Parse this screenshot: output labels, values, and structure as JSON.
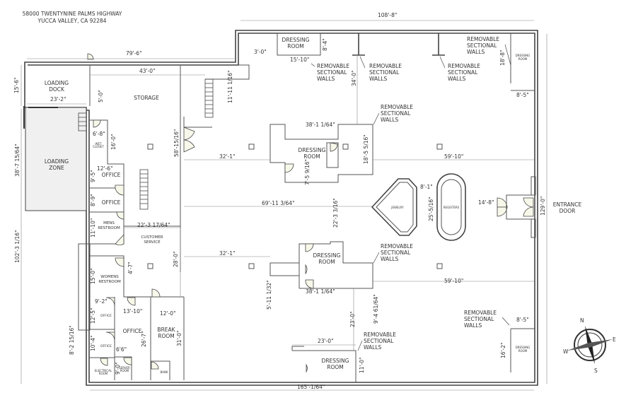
{
  "address": {
    "line1": "58000 TWENTYNINE PALMS HIGHWAY",
    "line2": "YUCCA VALLEY, CA 92284"
  },
  "rooms": {
    "loading_dock": [
      "LOADING",
      "DOCK"
    ],
    "storage": "STORAGE",
    "loading_zone": [
      "LOADING",
      "ZONE"
    ],
    "wet_closet": [
      "WET",
      "CLOSET"
    ],
    "office1": "OFFICE",
    "office2": "OFFICE",
    "mens_restroom": [
      "MENS",
      "RESTROOM"
    ],
    "customer_service": [
      "CUSTOMER",
      "SERVICE"
    ],
    "womens_restroom": [
      "WOMENS",
      "RESTROOM"
    ],
    "office3": "OFFICE",
    "office4": "OFFICE",
    "office5": "OFFICE",
    "break_room": [
      "BREAK",
      "ROOM"
    ],
    "electrical_room": [
      "ELECTRICAL",
      "ROOM"
    ],
    "server_room": [
      "SERVER",
      "ROOM"
    ],
    "bank": "BANK",
    "dressing_top": [
      "DRESSING",
      "ROOM"
    ],
    "dressing_center": [
      "DRESSING",
      "ROOM"
    ],
    "dressing_lower": [
      "DRESSING",
      "ROOM"
    ],
    "dressing_bottom": [
      "DRESSING",
      "ROOM"
    ],
    "dressing_right_top": [
      "DRESSING",
      "ROOM"
    ],
    "dressing_right_bottom": [
      "DRESSING",
      "ROOM"
    ],
    "jewelry": "JEWELRY",
    "registers": "REGISTERS",
    "entrance": [
      "ENTRANCE",
      "DOOR"
    ]
  },
  "removable_walls_label": [
    "REMOVABLE",
    "SECTIONAL",
    "WALLS"
  ],
  "dims": {
    "d108_8": "108'-8\"",
    "d79_6": "79'-6\"",
    "d43_0": "43'-0\"",
    "d3_0": "3'-0\"",
    "d15_10": "15'-10\"",
    "d8_4": "8'-4\"",
    "d11_11": "11'-11 1/16\"",
    "d34_0": "34'-0\"",
    "d18_8": "18'-8\"",
    "d8_5a": "8'-5\"",
    "d15_6": "15'-6\"",
    "d23_2": "23'-2\"",
    "d5_0": "5'-0\"",
    "d6_8": "6'-8\"",
    "d16_0": "16'-0\"",
    "d38_7": "38'-7 15/64\"",
    "d58": "58'-15/16\"",
    "d32_1a": "32'-1\"",
    "d38_1a": "38'-1 1/64\"",
    "d18_5": "18'-5 5/16\"",
    "d59_10a": "59'-10\"",
    "d12_6": "12'-6\"",
    "d9_5": "9'-5\"",
    "d7_5": "7'-5 9/16\"",
    "d8_1": "8'-1\"",
    "d25_5": "25'-5/16\"",
    "d14_8": "14'-8\"",
    "d129": "129'-0\"",
    "d69_11": "69'-11 3/64\"",
    "d22_3a": "22'-3 3/16\"",
    "d8_9": "8'-9\"",
    "d11_10": "11'-10\"",
    "d22_3b": "22'-3 17/64\"",
    "d28_0": "28'-0\"",
    "d32_1b": "32'-1\"",
    "d4_7": "4'-7\"",
    "d15_0": "15'-0\"",
    "d5_11": "5'-11 1/32\"",
    "d38_1b": "38'-1 1/64\"",
    "d59_10b": "59'-10\"",
    "d9_4": "9'-4 61/64\"",
    "d9_2": "9'-2\"",
    "d12_5": "12'-5\"",
    "d13_10": "13'-10\"",
    "d12_0": "12'-0\"",
    "d31_0": "31'-0\"",
    "d26_7": "26'-7\"",
    "d23_0a": "23'-0\"",
    "d8_5b": "8'-5\"",
    "d16_2": "16'-2\"",
    "d10_4": "10'-4\"",
    "d6_6": "6'6\"",
    "d8_2": "8'-2 15/16\"",
    "d102_3": "102'-3 1/16\"",
    "d9_0": "9'-0\"",
    "d23_0b": "23'-0\"",
    "d11_0": "11'-0\"",
    "d165": "165'-1/64\""
  },
  "compass": {
    "n": "N",
    "e": "E",
    "s": "S",
    "w": "W"
  },
  "colors": {
    "wall": "#444444",
    "door_fill": "#f8f8ea",
    "loading_zone": "#f0f0f0"
  }
}
